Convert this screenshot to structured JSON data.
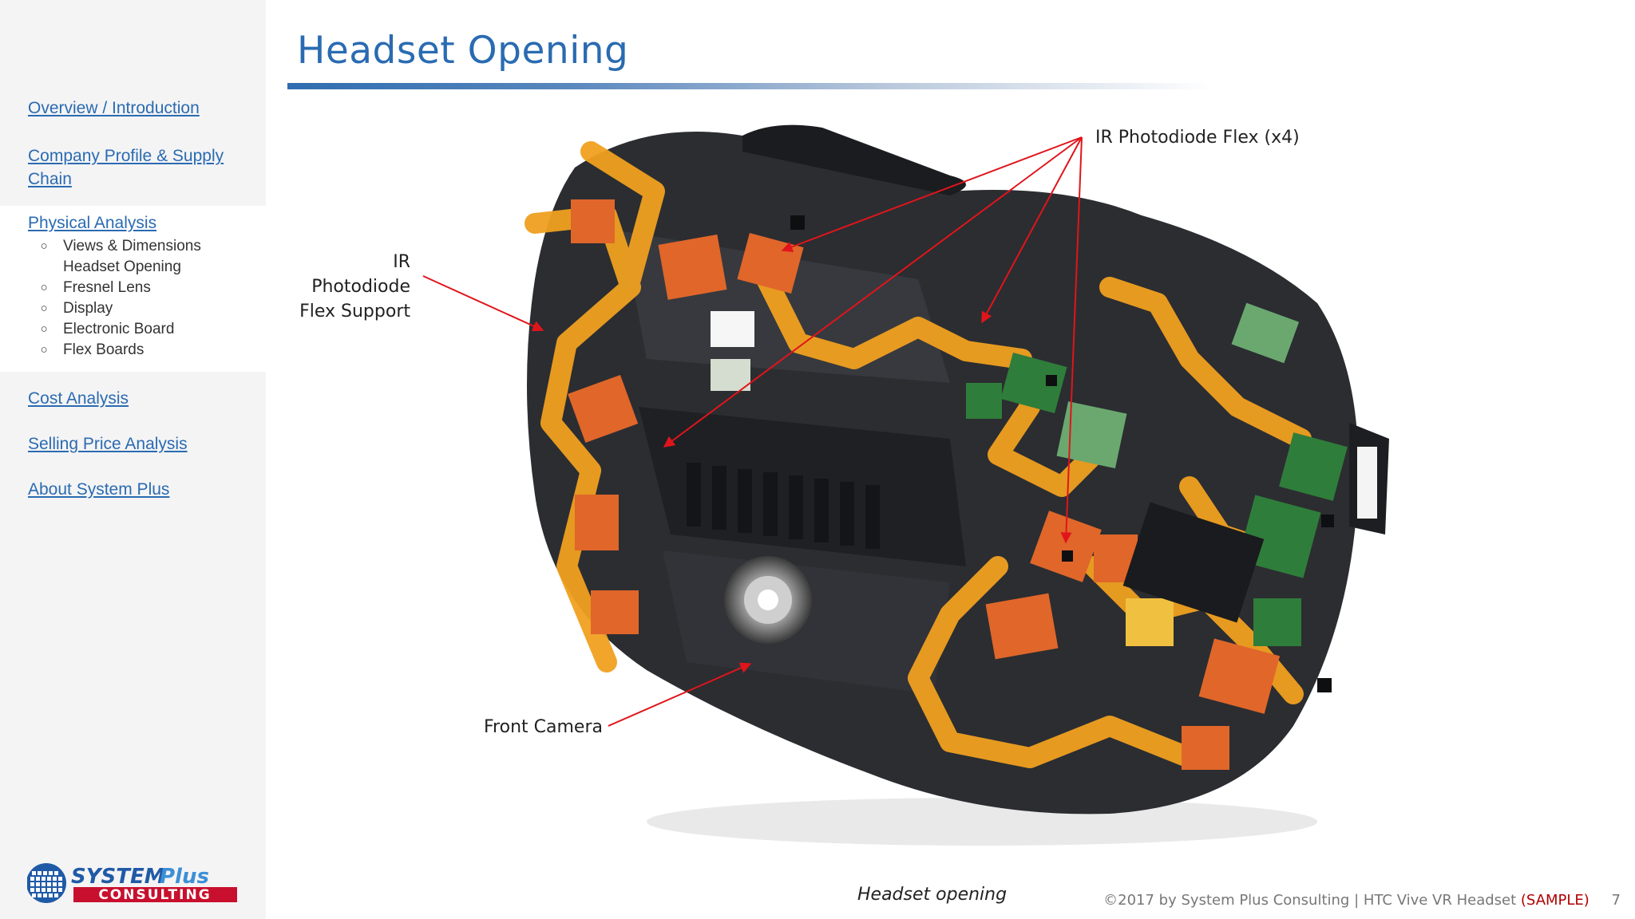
{
  "header": {
    "title": "Headset Opening"
  },
  "sidebar": {
    "links": [
      {
        "label": "Overview / Introduction"
      },
      {
        "label": "Company Profile & Supply Chain"
      },
      {
        "label": "Physical Analysis"
      },
      {
        "label": "Cost Analysis"
      },
      {
        "label": "Selling Price Analysis"
      },
      {
        "label": "About System Plus"
      }
    ],
    "sub_items": [
      {
        "label": "Views & Dimensions"
      },
      {
        "label": "Headset Opening"
      },
      {
        "label": "Fresnel Lens"
      },
      {
        "label": "Display"
      },
      {
        "label": "Electronic Board"
      },
      {
        "label": "Flex Boards"
      }
    ],
    "active_sub_item": "Headset Opening"
  },
  "annotations": {
    "ir_photodiode_flex": "IR Photodiode Flex (x4)",
    "ir_photodiode_support_line1": "IR Photodiode",
    "ir_photodiode_support_line2": "Flex Support",
    "front_camera": "Front Camera"
  },
  "caption": "Headset opening",
  "footer": {
    "copyright": "©2017 by System Plus Consulting",
    "separator": "|",
    "product": "HTC Vive VR Headset",
    "sample": "(SAMPLE)",
    "page_number": "7"
  },
  "colors": {
    "accent": "#2a6bb1",
    "arrow": "#e0151b",
    "sample": "#b00000",
    "flex_orange": "#f0a020",
    "pcb_orange": "#e0662a",
    "pcb_green": "#2f7d3a",
    "housing": "#2b2d31"
  }
}
